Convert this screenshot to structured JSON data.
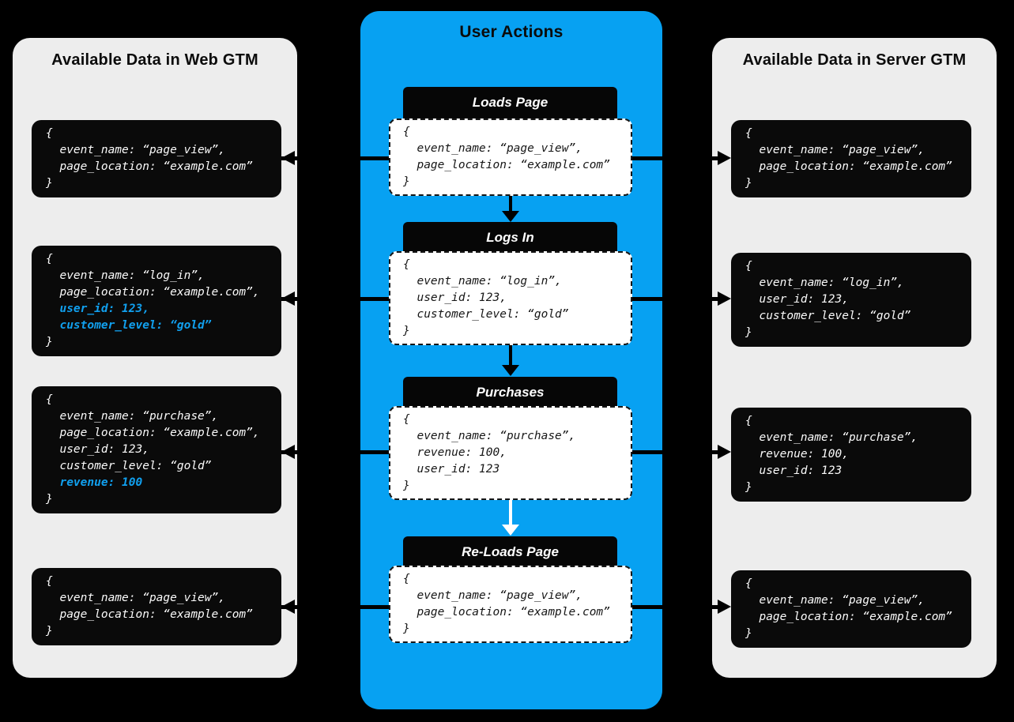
{
  "colors": {
    "background": "#000000",
    "panel-gray": "#EDEDED",
    "panel-blue": "#07A1F2",
    "code-box-bg": "#0A0A0A",
    "code-text-light": "#FBFBFB",
    "code-text-dark": "#161616",
    "highlight-blue": "#11A0EF",
    "arrow-black": "#000000",
    "arrow-white": "#FFFFFF",
    "header-bar-bg": "#060606",
    "header-bar-text": "#FFFFFF",
    "title-text": "#0B0B0B"
  },
  "web_panel": {
    "title": "Available Data in Web GTM",
    "boxes": [
      {
        "lines": [
          "{",
          "  event_name: “page_view”,",
          "  page_location: “example.com”",
          "}"
        ],
        "highlighted_lines": []
      },
      {
        "lines": [
          "{",
          "  event_name: “log_in”,",
          "  page_location: “example.com”,",
          "  user_id: 123,",
          "  customer_level: “gold”",
          "}"
        ],
        "highlighted_lines": [
          3,
          4
        ]
      },
      {
        "lines": [
          "{",
          "  event_name: “purchase”,",
          "  page_location: “example.com”,",
          "  user_id: 123,",
          "  customer_level: “gold”",
          "  revenue: 100",
          "}"
        ],
        "highlighted_lines": [
          5
        ]
      },
      {
        "lines": [
          "{",
          "  event_name: “page_view”,",
          "  page_location: “example.com”",
          "}"
        ],
        "highlighted_lines": []
      }
    ]
  },
  "user_actions": {
    "title": "User Actions",
    "sections": [
      {
        "label": "Loads Page",
        "lines": [
          "{",
          "  event_name: “page_view”,",
          "  page_location: “example.com”",
          "}"
        ]
      },
      {
        "label": "Logs In",
        "lines": [
          "{",
          "  event_name: “log_in”,",
          "  user_id: 123,",
          "  customer_level: “gold”",
          "}"
        ]
      },
      {
        "label": "Purchases",
        "lines": [
          "{",
          "  event_name: “purchase”,",
          "  revenue: 100,",
          "  user_id: 123",
          "}"
        ]
      },
      {
        "label": "Re-Loads Page",
        "lines": [
          "{",
          "  event_name: “page_view”,",
          "  page_location: “example.com”",
          "}"
        ]
      }
    ]
  },
  "server_panel": {
    "title": "Available Data in Server GTM",
    "boxes": [
      {
        "lines": [
          "{",
          "  event_name: “page_view”,",
          "  page_location: “example.com”",
          "}"
        ],
        "highlighted_lines": []
      },
      {
        "lines": [
          "{",
          "  event_name: “log_in”,",
          "  user_id: 123,",
          "  customer_level: “gold”",
          "}"
        ],
        "highlighted_lines": []
      },
      {
        "lines": [
          "{",
          "  event_name: “purchase”,",
          "  revenue: 100,",
          "  user_id: 123",
          "}"
        ],
        "highlighted_lines": []
      },
      {
        "lines": [
          "{",
          "  event_name: “page_view”,",
          "  page_location: “example.com”",
          "}"
        ],
        "highlighted_lines": []
      }
    ]
  }
}
